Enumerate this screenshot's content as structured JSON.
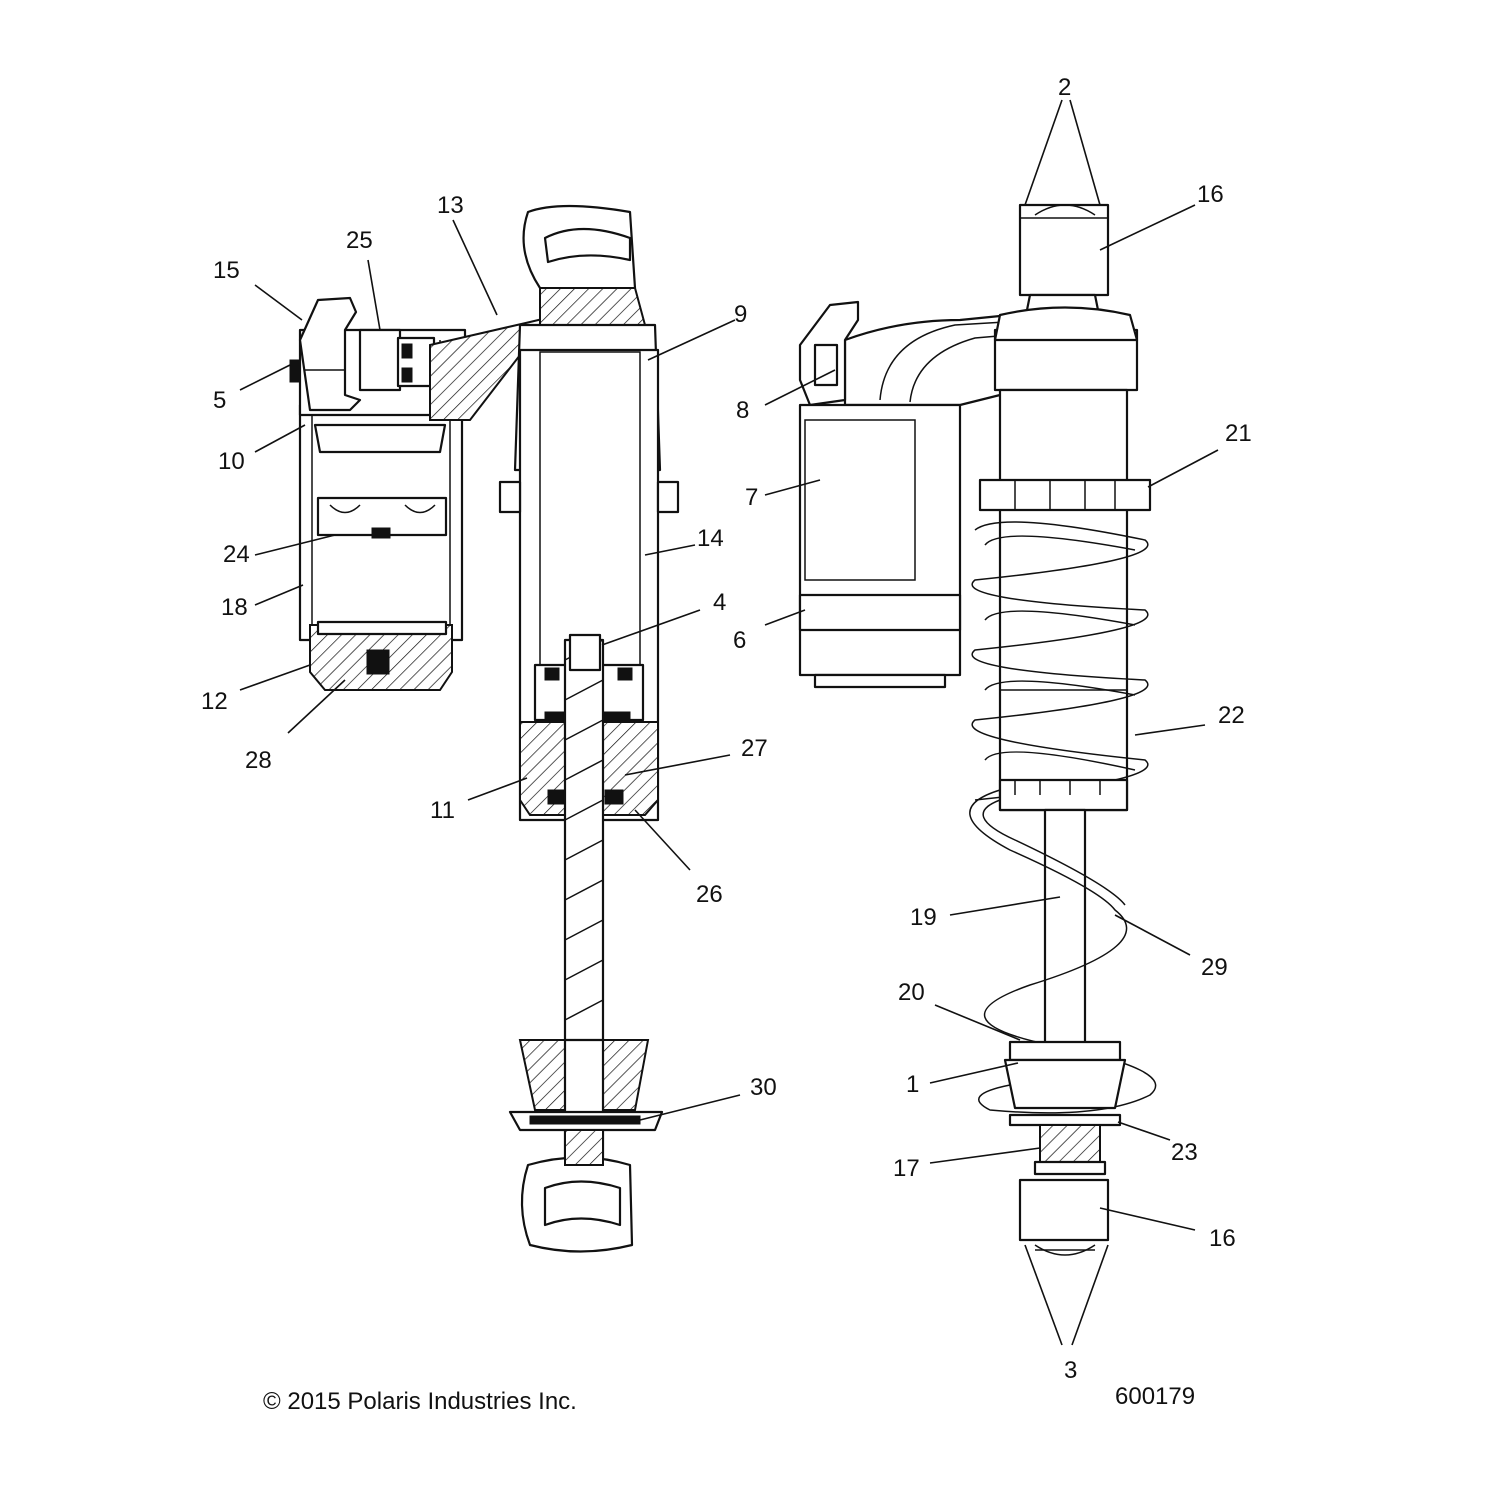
{
  "callouts": [
    {
      "id": "1",
      "label": "1"
    },
    {
      "id": "2",
      "label": "2"
    },
    {
      "id": "3",
      "label": "3"
    },
    {
      "id": "4",
      "label": "4"
    },
    {
      "id": "5",
      "label": "5"
    },
    {
      "id": "6",
      "label": "6"
    },
    {
      "id": "7",
      "label": "7"
    },
    {
      "id": "8",
      "label": "8"
    },
    {
      "id": "9",
      "label": "9"
    },
    {
      "id": "10",
      "label": "10"
    },
    {
      "id": "11",
      "label": "11"
    },
    {
      "id": "12",
      "label": "12"
    },
    {
      "id": "13",
      "label": "13"
    },
    {
      "id": "14",
      "label": "14"
    },
    {
      "id": "15",
      "label": "15"
    },
    {
      "id": "16a",
      "label": "16"
    },
    {
      "id": "16b",
      "label": "16"
    },
    {
      "id": "17",
      "label": "17"
    },
    {
      "id": "18",
      "label": "18"
    },
    {
      "id": "19",
      "label": "19"
    },
    {
      "id": "20",
      "label": "20"
    },
    {
      "id": "21",
      "label": "21"
    },
    {
      "id": "22",
      "label": "22"
    },
    {
      "id": "23",
      "label": "23"
    },
    {
      "id": "24",
      "label": "24"
    },
    {
      "id": "25",
      "label": "25"
    },
    {
      "id": "26",
      "label": "26"
    },
    {
      "id": "27",
      "label": "27"
    },
    {
      "id": "28",
      "label": "28"
    },
    {
      "id": "29",
      "label": "29"
    },
    {
      "id": "30",
      "label": "30"
    }
  ],
  "footer": {
    "copyright": "© 2015 Polaris Industries Inc.",
    "figure_number": "600179"
  }
}
